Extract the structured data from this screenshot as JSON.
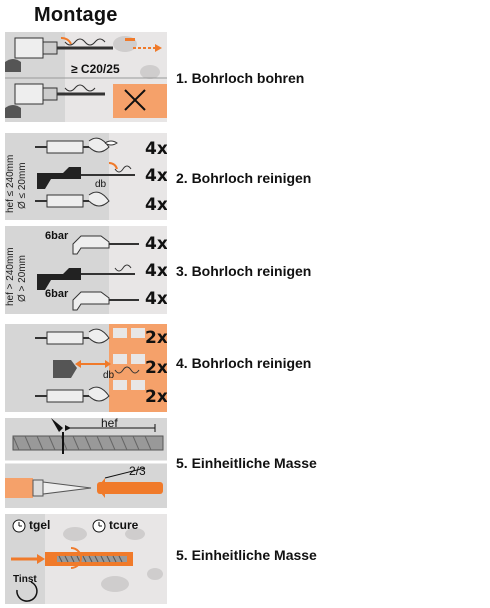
{
  "page_title": "Montage",
  "steps": [
    {
      "label": "1. Bohrloch bohren",
      "concrete_class": "≥ C20/25"
    },
    {
      "label": "2. Bohrloch reinigen",
      "condition_1": "hef ≤ 240mm",
      "condition_2": "Ø ≤ 20mm",
      "repeats": [
        "4x",
        "4x",
        "4x"
      ],
      "brush_label": "db"
    },
    {
      "label": "3. Bohrloch reinigen",
      "condition_1": "hef > 240mm",
      "condition_2": "Ø > 20mm",
      "pressure": "6bar",
      "repeats": [
        "4x",
        "4x",
        "4x"
      ]
    },
    {
      "label": "4. Bohrloch reinigen",
      "repeats": [
        "2x",
        "2x",
        "2x"
      ],
      "brush_label": "db"
    },
    {
      "label": "5. Einheitliche Masse",
      "depth_label": "hef",
      "fill_ratio": "2/3"
    },
    {
      "label": "5. Einheitliche Masse",
      "gel_label": "tgel",
      "cure_label": "tcure",
      "inst_label": "Tinst"
    }
  ],
  "colors": {
    "accent": "#f07a2a",
    "panel": "#d6d6d6",
    "concrete": "#e8e6e6"
  }
}
